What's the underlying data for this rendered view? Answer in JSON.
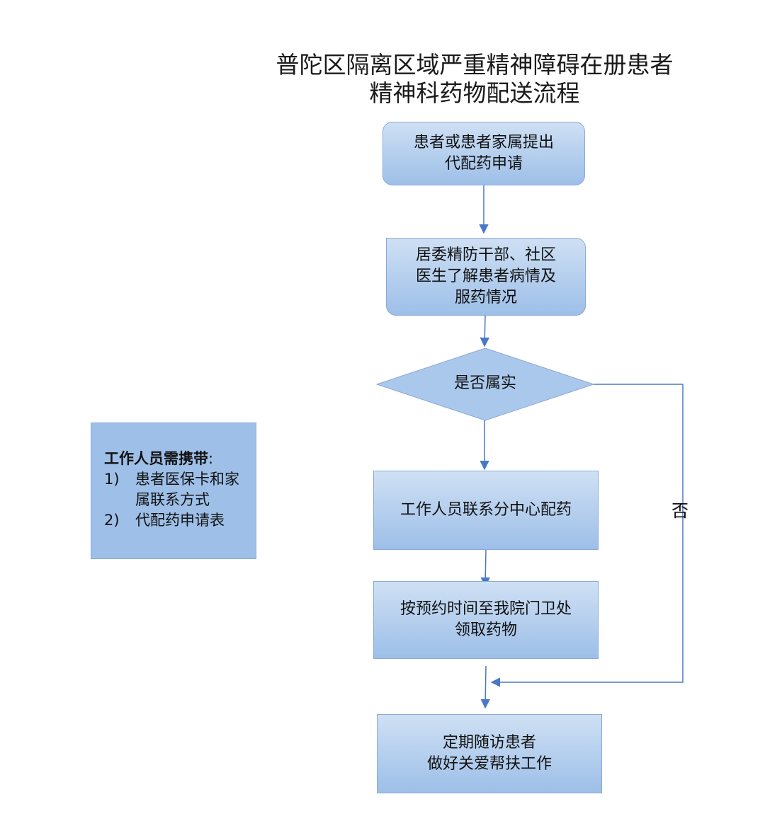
{
  "title": {
    "line1": "普陀区隔离区域严重精神障碍在册患者",
    "line2": "精神科药物配送流程"
  },
  "steps": {
    "apply": {
      "line1": "患者或患者家属提出",
      "line2": "代配药申请"
    },
    "check": {
      "line1": "居委精防干部、社区",
      "line2": "医生了解患者病情及",
      "line3": "服药情况"
    },
    "decision": {
      "label": "是否属实"
    },
    "contact": {
      "line1": "工作人员联系分中心配药"
    },
    "pickup": {
      "line1": "按预约时间至我院门卫处",
      "line2": "领取药物"
    },
    "followup": {
      "line1": "定期随访患者",
      "line2": "做好关爱帮扶工作"
    }
  },
  "branch": {
    "no_label": "否"
  },
  "notes": {
    "heading": "工作人员需携带",
    "heading_suffix": ":",
    "items": [
      {
        "num": "1)",
        "text": "患者医保卡和家属联系方式"
      },
      {
        "num": "2)",
        "text": "代配药申请表"
      }
    ]
  },
  "colors": {
    "box_top": "#cfe0f4",
    "box_bottom": "#9dbfe8",
    "border": "#8aa9d6",
    "arrow": "#4a78c8"
  }
}
